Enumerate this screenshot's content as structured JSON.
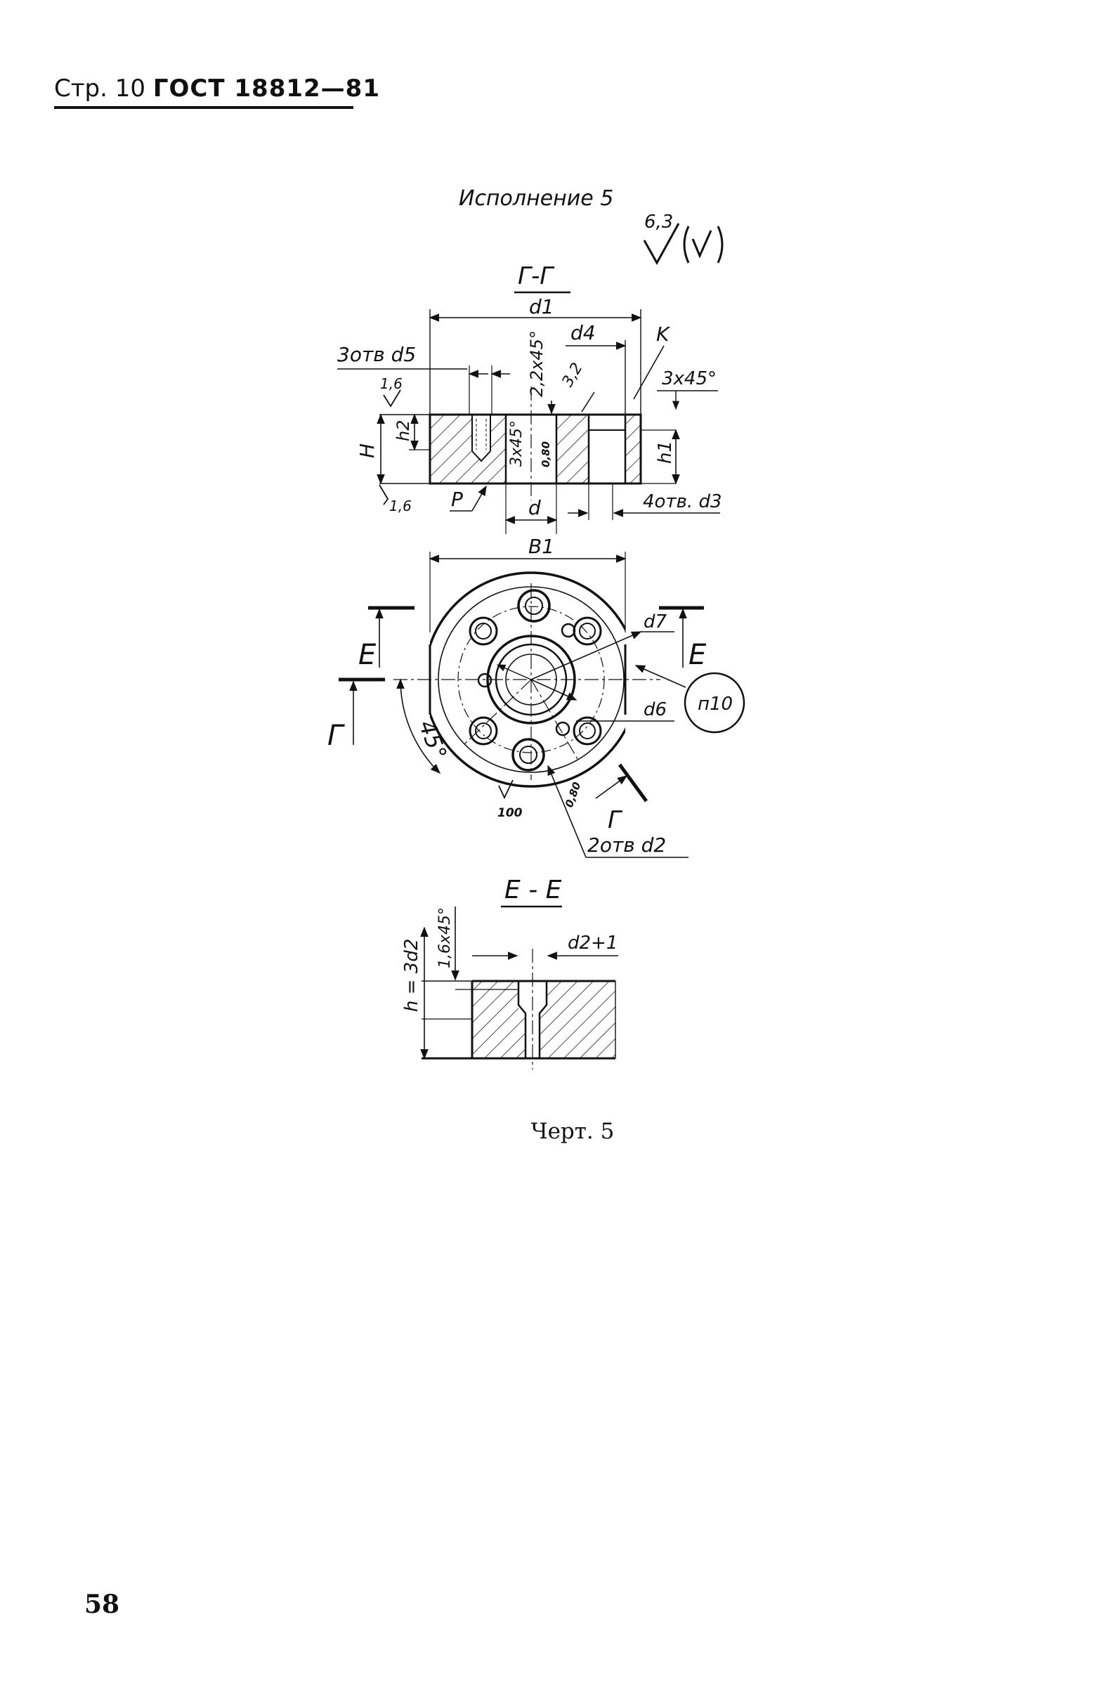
{
  "header": {
    "page_prefix": "Стр. 10",
    "standard": "ГОСТ 18812—81"
  },
  "drawing": {
    "variant_title": "Исполнение 5",
    "roughness_general": "6,3",
    "section_gg": {
      "title": "Г-Г",
      "labels": {
        "d1": "d1",
        "d4": "d4",
        "k": "K",
        "holes_d5": "3отв d5",
        "chamfer_top": "2,2х45°",
        "roughness_32": "3,2",
        "chamfer_right": "3х45°",
        "roughness_16_top": "1,6",
        "h2": "h2",
        "h_total": "H",
        "chamfer_inner": "3х45°",
        "roughness_080": "0,80",
        "h1": "h1",
        "roughness_16_bottom": "1,6",
        "p": "P",
        "d": "d",
        "holes_d3": "4отв. d3"
      }
    },
    "plan_view": {
      "labels": {
        "b1": "B1",
        "e_left": "E",
        "e_right": "E",
        "g_left": "Г",
        "g_right": "Г",
        "d7": "d7",
        "d6": "d6",
        "fit": "п10",
        "angle": "45°",
        "roughness_left": "100",
        "roughness_right": "0,80",
        "holes_d2": "2отв d2"
      }
    },
    "section_ee": {
      "title": "Е - Е",
      "labels": {
        "h_formula": "h = 3d2",
        "chamfer": "1,6х45°",
        "d2_plus": "d2+1"
      }
    }
  },
  "caption": "Черт. 5",
  "page_number": "58"
}
